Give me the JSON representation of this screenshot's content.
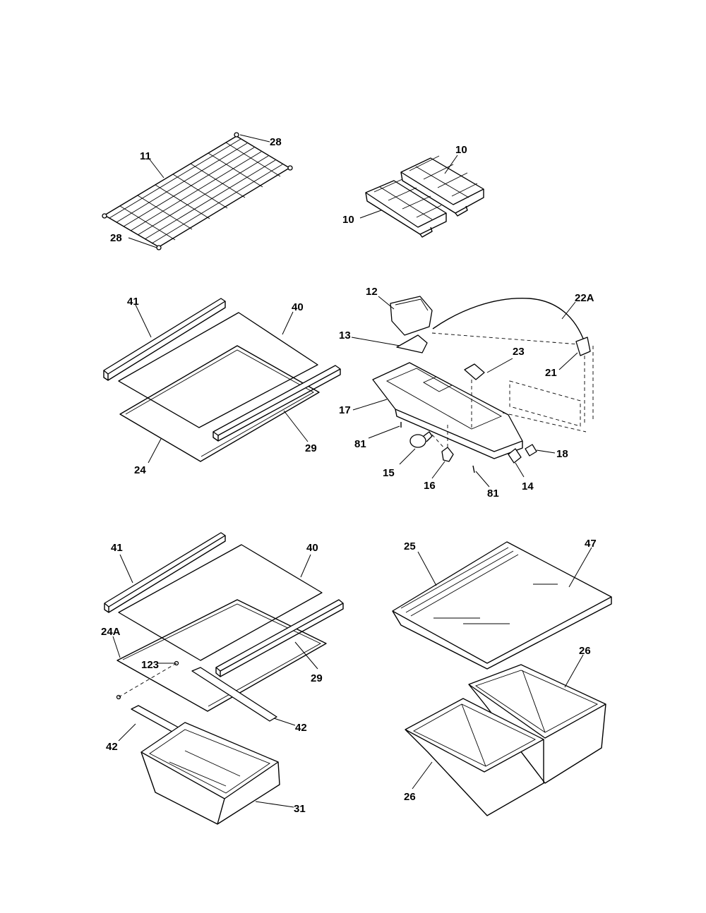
{
  "labels": {
    "l11": "11",
    "l28a": "28",
    "l28b": "28",
    "l10a": "10",
    "l10b": "10",
    "l41a": "41",
    "l40a": "40",
    "l29a": "29",
    "l24": "24",
    "l12": "12",
    "l22a": "22A",
    "l13": "13",
    "l23": "23",
    "l21": "21",
    "l17": "17",
    "l81a": "81",
    "l81b": "81",
    "l15": "15",
    "l16": "16",
    "l14": "14",
    "l18": "18",
    "l41b": "41",
    "l40b": "40",
    "l24a": "24A",
    "l123": "123",
    "l29b": "29",
    "l42a": "42",
    "l42b": "42",
    "l31": "31",
    "l25": "25",
    "l47": "47",
    "l26a": "26",
    "l26b": "26"
  }
}
